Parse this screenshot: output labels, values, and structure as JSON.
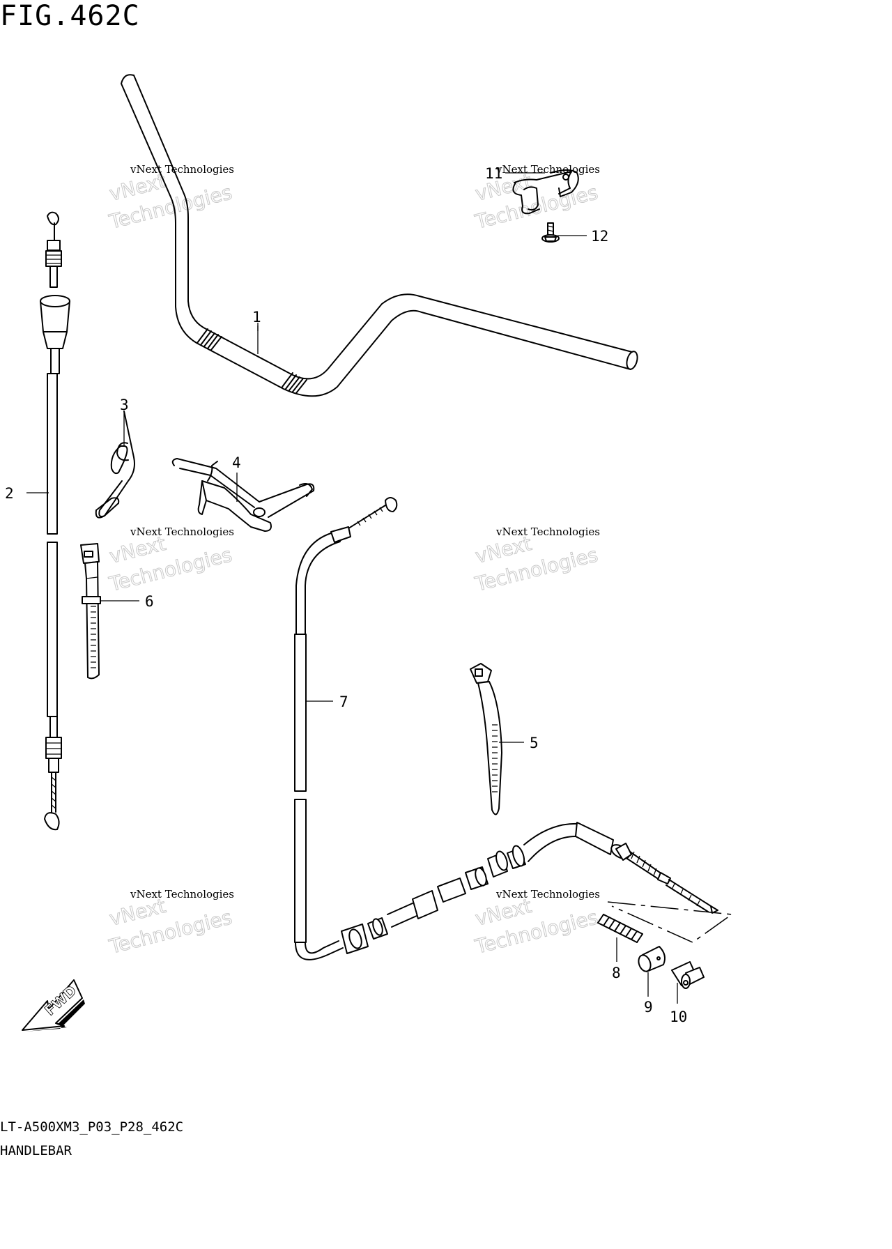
{
  "figure": {
    "title": "FIG.462C"
  },
  "footer": {
    "code": "LT-A500XM3_P03_P28_462C",
    "title": "HANDLEBAR"
  },
  "fwd_label": "FWD",
  "watermark": {
    "line1": "vNext Technologies",
    "line2": "vNext Technologies"
  },
  "callouts": [
    {
      "num": "1",
      "part": "handlebar"
    },
    {
      "num": "2",
      "part": "throttle-cable"
    },
    {
      "num": "3",
      "part": "clip"
    },
    {
      "num": "4",
      "part": "holder"
    },
    {
      "num": "5",
      "part": "cable-tie"
    },
    {
      "num": "6",
      "part": "band"
    },
    {
      "num": "7",
      "part": "brake-cable"
    },
    {
      "num": "8",
      "part": "spring"
    },
    {
      "num": "9",
      "part": "joint"
    },
    {
      "num": "10",
      "part": "nut"
    },
    {
      "num": "11",
      "part": "bracket"
    },
    {
      "num": "12",
      "part": "bolt"
    }
  ]
}
